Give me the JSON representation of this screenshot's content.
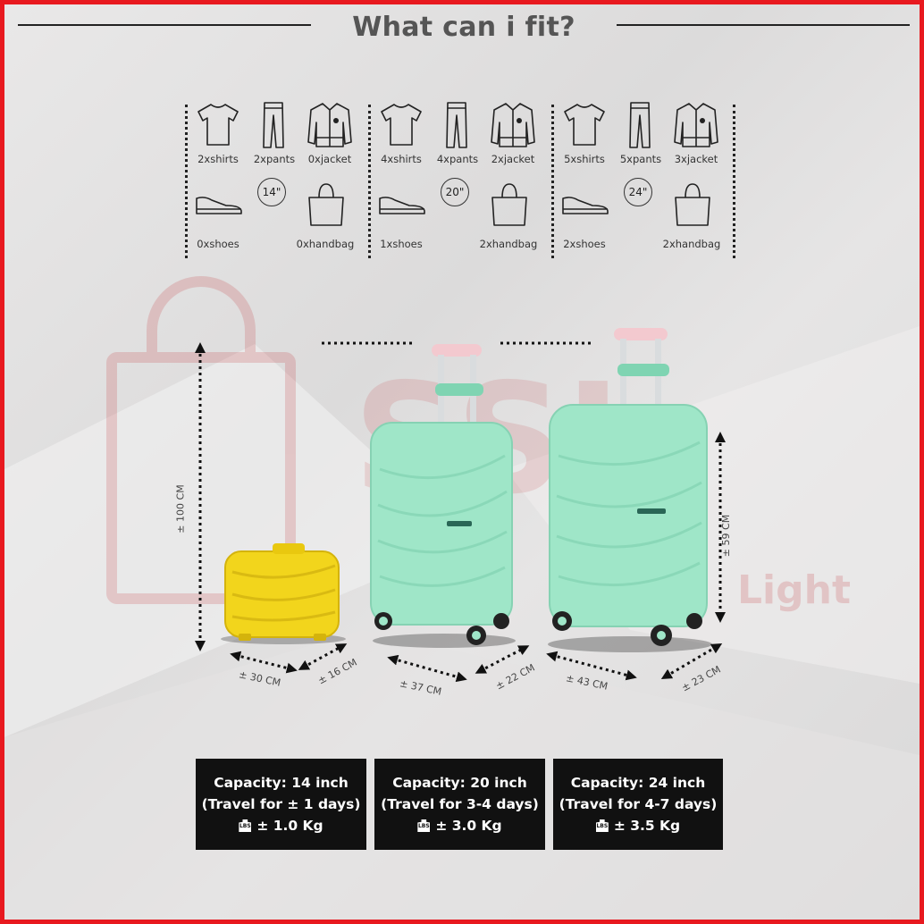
{
  "title": "What can i fit?",
  "watermark": {
    "logo": "SSL",
    "word_right": "Light"
  },
  "fit_columns": [
    {
      "shirts": "2xshirts",
      "pants": "2xpants",
      "jacket": "0xjacket",
      "size": "14\"",
      "shoes": "0xshoes",
      "handbag": "0xhandbag"
    },
    {
      "shirts": "4xshirts",
      "pants": "4xpants",
      "jacket": "2xjacket",
      "size": "20\"",
      "shoes": "1xshoes",
      "handbag": "2xhandbag"
    },
    {
      "shirts": "5xshirts",
      "pants": "5xpants",
      "jacket": "3xjacket",
      "size": "24\"",
      "shoes": "2xshoes",
      "handbag": "2xhandbag"
    }
  ],
  "dimensions": {
    "height_total": "± 100 CM",
    "height_24": "± 59 CM",
    "vanity_width": "± 30 CM",
    "vanity_depth": "± 16 CM",
    "s20_width": "± 37 CM",
    "s20_depth": "± 22 CM",
    "s24_width": "± 43 CM",
    "s24_depth": "± 23 CM"
  },
  "capacity_boxes": [
    {
      "capacity": "Capacity: 14 inch",
      "travel": "(Travel for ± 1 days)",
      "weight": "± 1.0 Kg",
      "lbs_icon": "LBS"
    },
    {
      "capacity": "Capacity: 20 inch",
      "travel": "(Travel for 3-4 days)",
      "weight": "± 3.0 Kg",
      "lbs_icon": "LBS"
    },
    {
      "capacity": "Capacity: 24 inch",
      "travel": "(Travel for 4-7 days)",
      "weight": "± 3.5 Kg",
      "lbs_icon": "LBS"
    }
  ],
  "colors": {
    "mint": "#9fe6c8",
    "yellow": "#f2d51c",
    "frame": "#e8191f",
    "dark": "#111111"
  },
  "icons": [
    "tshirt-icon",
    "pants-icon",
    "jacket-icon",
    "shoe-icon",
    "handbag-icon",
    "weight-icon"
  ]
}
